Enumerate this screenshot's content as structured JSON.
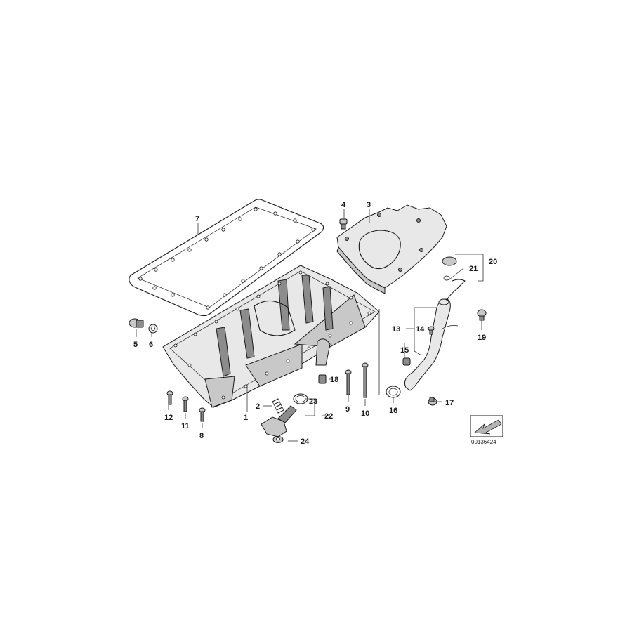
{
  "diagram": {
    "callouts": [
      {
        "id": "1",
        "text": "1"
      },
      {
        "id": "2",
        "text": "2"
      },
      {
        "id": "3",
        "text": "3"
      },
      {
        "id": "4",
        "text": "4"
      },
      {
        "id": "5",
        "text": "5"
      },
      {
        "id": "6",
        "text": "6"
      },
      {
        "id": "7",
        "text": "7"
      },
      {
        "id": "8",
        "text": "8"
      },
      {
        "id": "9",
        "text": "9"
      },
      {
        "id": "10",
        "text": "10"
      },
      {
        "id": "11",
        "text": "11"
      },
      {
        "id": "12",
        "text": "12"
      },
      {
        "id": "13",
        "text": "13"
      },
      {
        "id": "14",
        "text": "14"
      },
      {
        "id": "15",
        "text": "15"
      },
      {
        "id": "16",
        "text": "16"
      },
      {
        "id": "17",
        "text": "17"
      },
      {
        "id": "18",
        "text": "18"
      },
      {
        "id": "19",
        "text": "19"
      },
      {
        "id": "20",
        "text": "20"
      },
      {
        "id": "21",
        "text": "21"
      },
      {
        "id": "22",
        "text": "22"
      },
      {
        "id": "23",
        "text": "23"
      },
      {
        "id": "24",
        "text": "24"
      }
    ],
    "reference_number": "00136424"
  }
}
